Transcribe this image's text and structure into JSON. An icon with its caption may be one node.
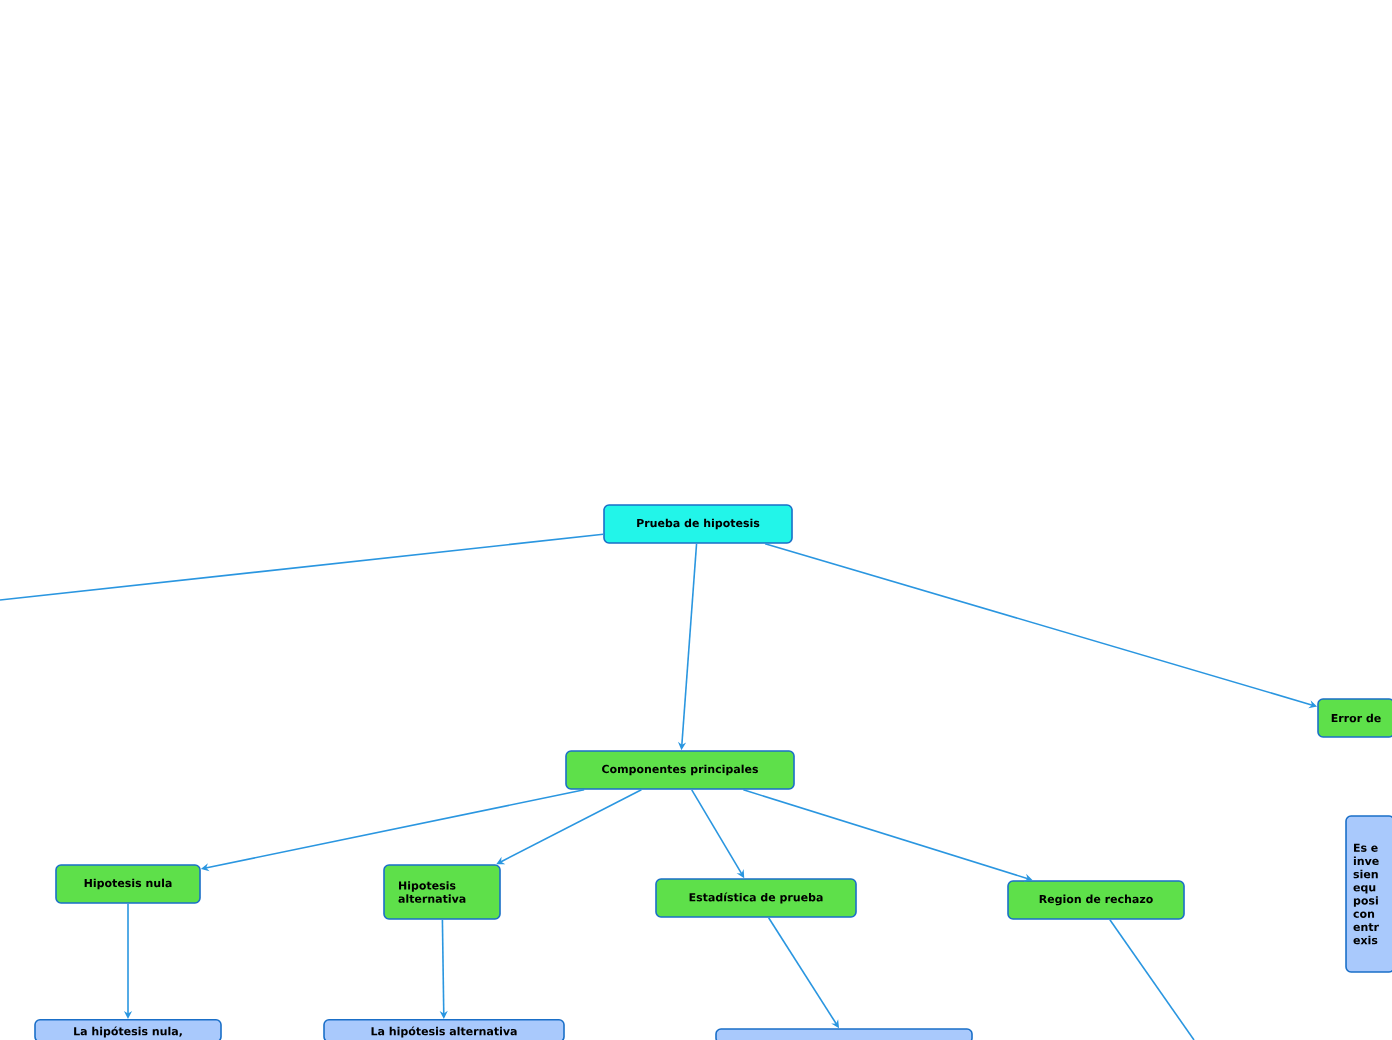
{
  "diagram": {
    "nodes": [
      {
        "text": [
          "Prueba de hipotesis"
        ]
      },
      {
        "text": [
          "Componentes principales"
        ]
      },
      {
        "text": [
          "Error de"
        ]
      },
      {
        "text": [
          "Hipotesis nula"
        ]
      },
      {
        "text": [
          "Hipotesis alternativa"
        ]
      },
      {
        "text": [
          "Estadística de prueba"
        ]
      },
      {
        "text": [
          "Region de rechazo"
        ]
      },
      {
        "text": [
          "Es e inve sien equ posi con entr exis"
        ]
      },
      {
        "text": [
          "La hipótesis nula,"
        ]
      },
      {
        "text": [
          "La hipótesis alternativa"
        ]
      },
      {
        "text": [],
        "shape": "box"
      }
    ],
    "edges": [
      {
        "from": 0,
        "to": null,
        "arrow": "none"
      },
      {
        "from": 0,
        "to": 1,
        "arrow": "to"
      },
      {
        "from": 0,
        "to": 2,
        "arrow": "to"
      },
      {
        "from": 1,
        "to": 3,
        "arrow": "to"
      },
      {
        "from": 1,
        "to": 4,
        "arrow": "to"
      },
      {
        "from": 1,
        "to": 5,
        "arrow": "to"
      },
      {
        "from": 1,
        "to": 6,
        "arrow": "to"
      },
      {
        "from": 3,
        "to": 8,
        "arrow": "to"
      },
      {
        "from": 4,
        "to": 9,
        "arrow": "to"
      },
      {
        "from": 5,
        "to": 10,
        "arrow": "to"
      },
      {
        "from": 6,
        "to": null,
        "arrow": "none"
      }
    ]
  }
}
